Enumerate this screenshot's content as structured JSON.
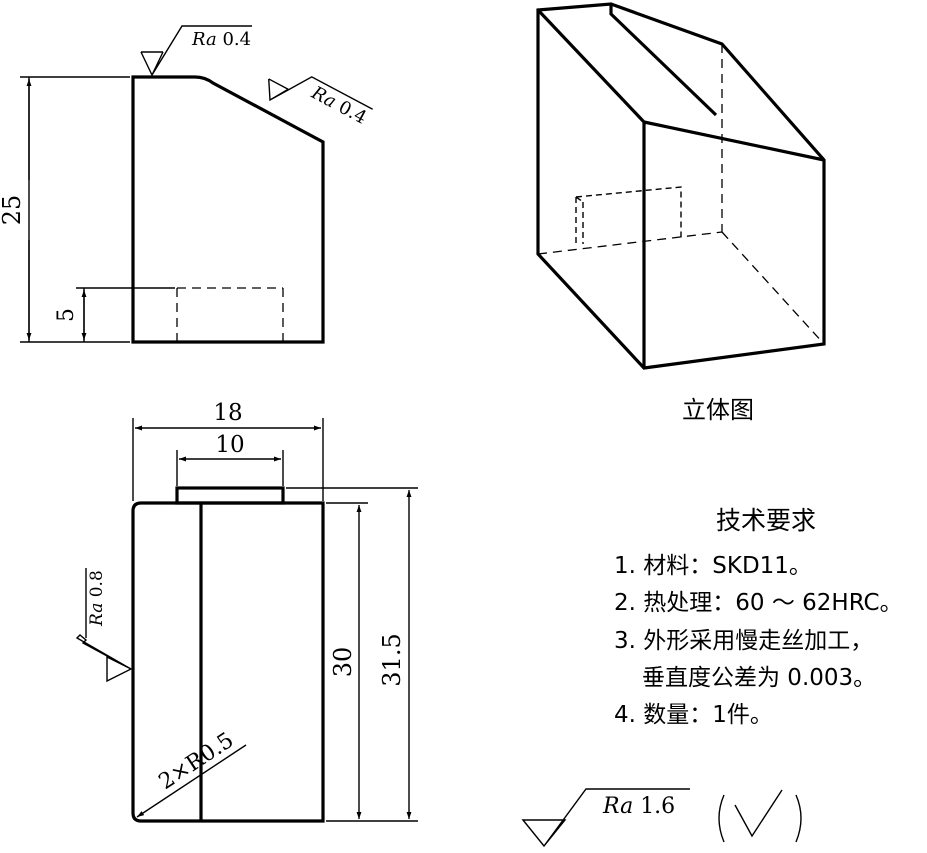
{
  "front_view": {
    "roughness_top": {
      "symbol": "Ra",
      "value": "0.4"
    },
    "roughness_slope": {
      "symbol": "Ra",
      "value": "0.4"
    },
    "dim_height": "25",
    "dim_slot_height": "5"
  },
  "top_view": {
    "dim_width": "18",
    "dim_slot_width": "10",
    "dim_height": "30",
    "dim_total_height": "31.5",
    "fillet_note": "2×R0.5",
    "roughness_side": {
      "symbol": "Ra",
      "value": "0.8"
    }
  },
  "isometric_label": "立体图",
  "tech_requirements": {
    "title": "技术要求",
    "items": [
      "1. 材料：SKD11。",
      "2. 热处理：60 ～ 62HRC。",
      "3. 外形采用慢走丝加工，",
      "垂直度公差为 0.003。",
      "4. 数量：1件。"
    ]
  },
  "general_roughness": {
    "symbol": "Ra",
    "value": "1.6"
  }
}
